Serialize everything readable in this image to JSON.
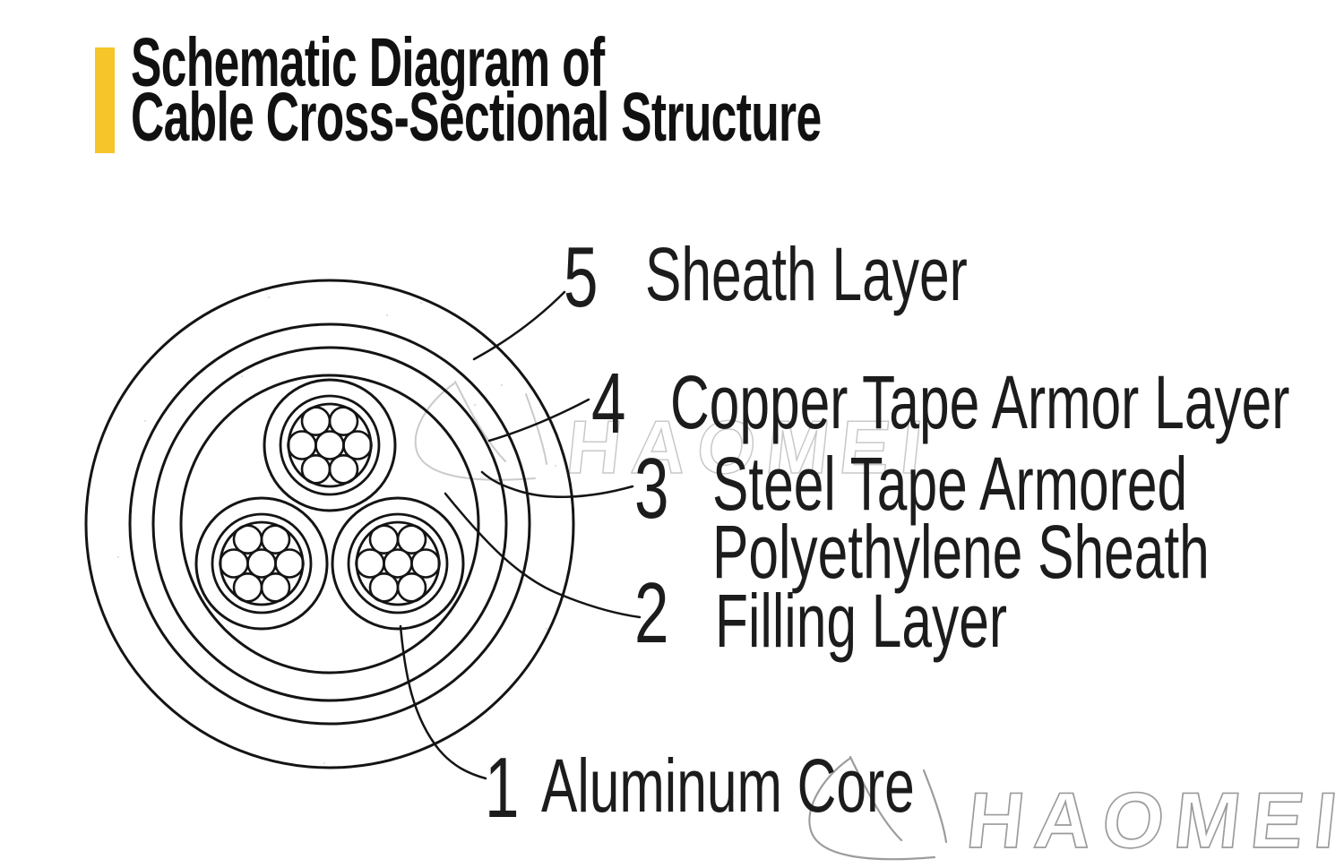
{
  "title": {
    "line1": "Schematic Diagram of",
    "line2": "Cable Cross-Sectional Structure"
  },
  "callouts": [
    {
      "number": "5",
      "lines": [
        "Sheath Layer"
      ]
    },
    {
      "number": "4",
      "lines": [
        "Copper Tape Armor Layer"
      ]
    },
    {
      "number": "3",
      "lines": [
        "Steel Tape Armored",
        "Polyethylene Sheath"
      ]
    },
    {
      "number": "2",
      "lines": [
        "Filling Layer"
      ]
    },
    {
      "number": "1",
      "lines": [
        "Aluminum Core"
      ]
    }
  ],
  "watermark": {
    "text": "HAOMEI"
  },
  "colors": {
    "accent_yellow": "#F6C52A",
    "line_color": "#141414",
    "watermark_grey": "#ADADAD"
  }
}
